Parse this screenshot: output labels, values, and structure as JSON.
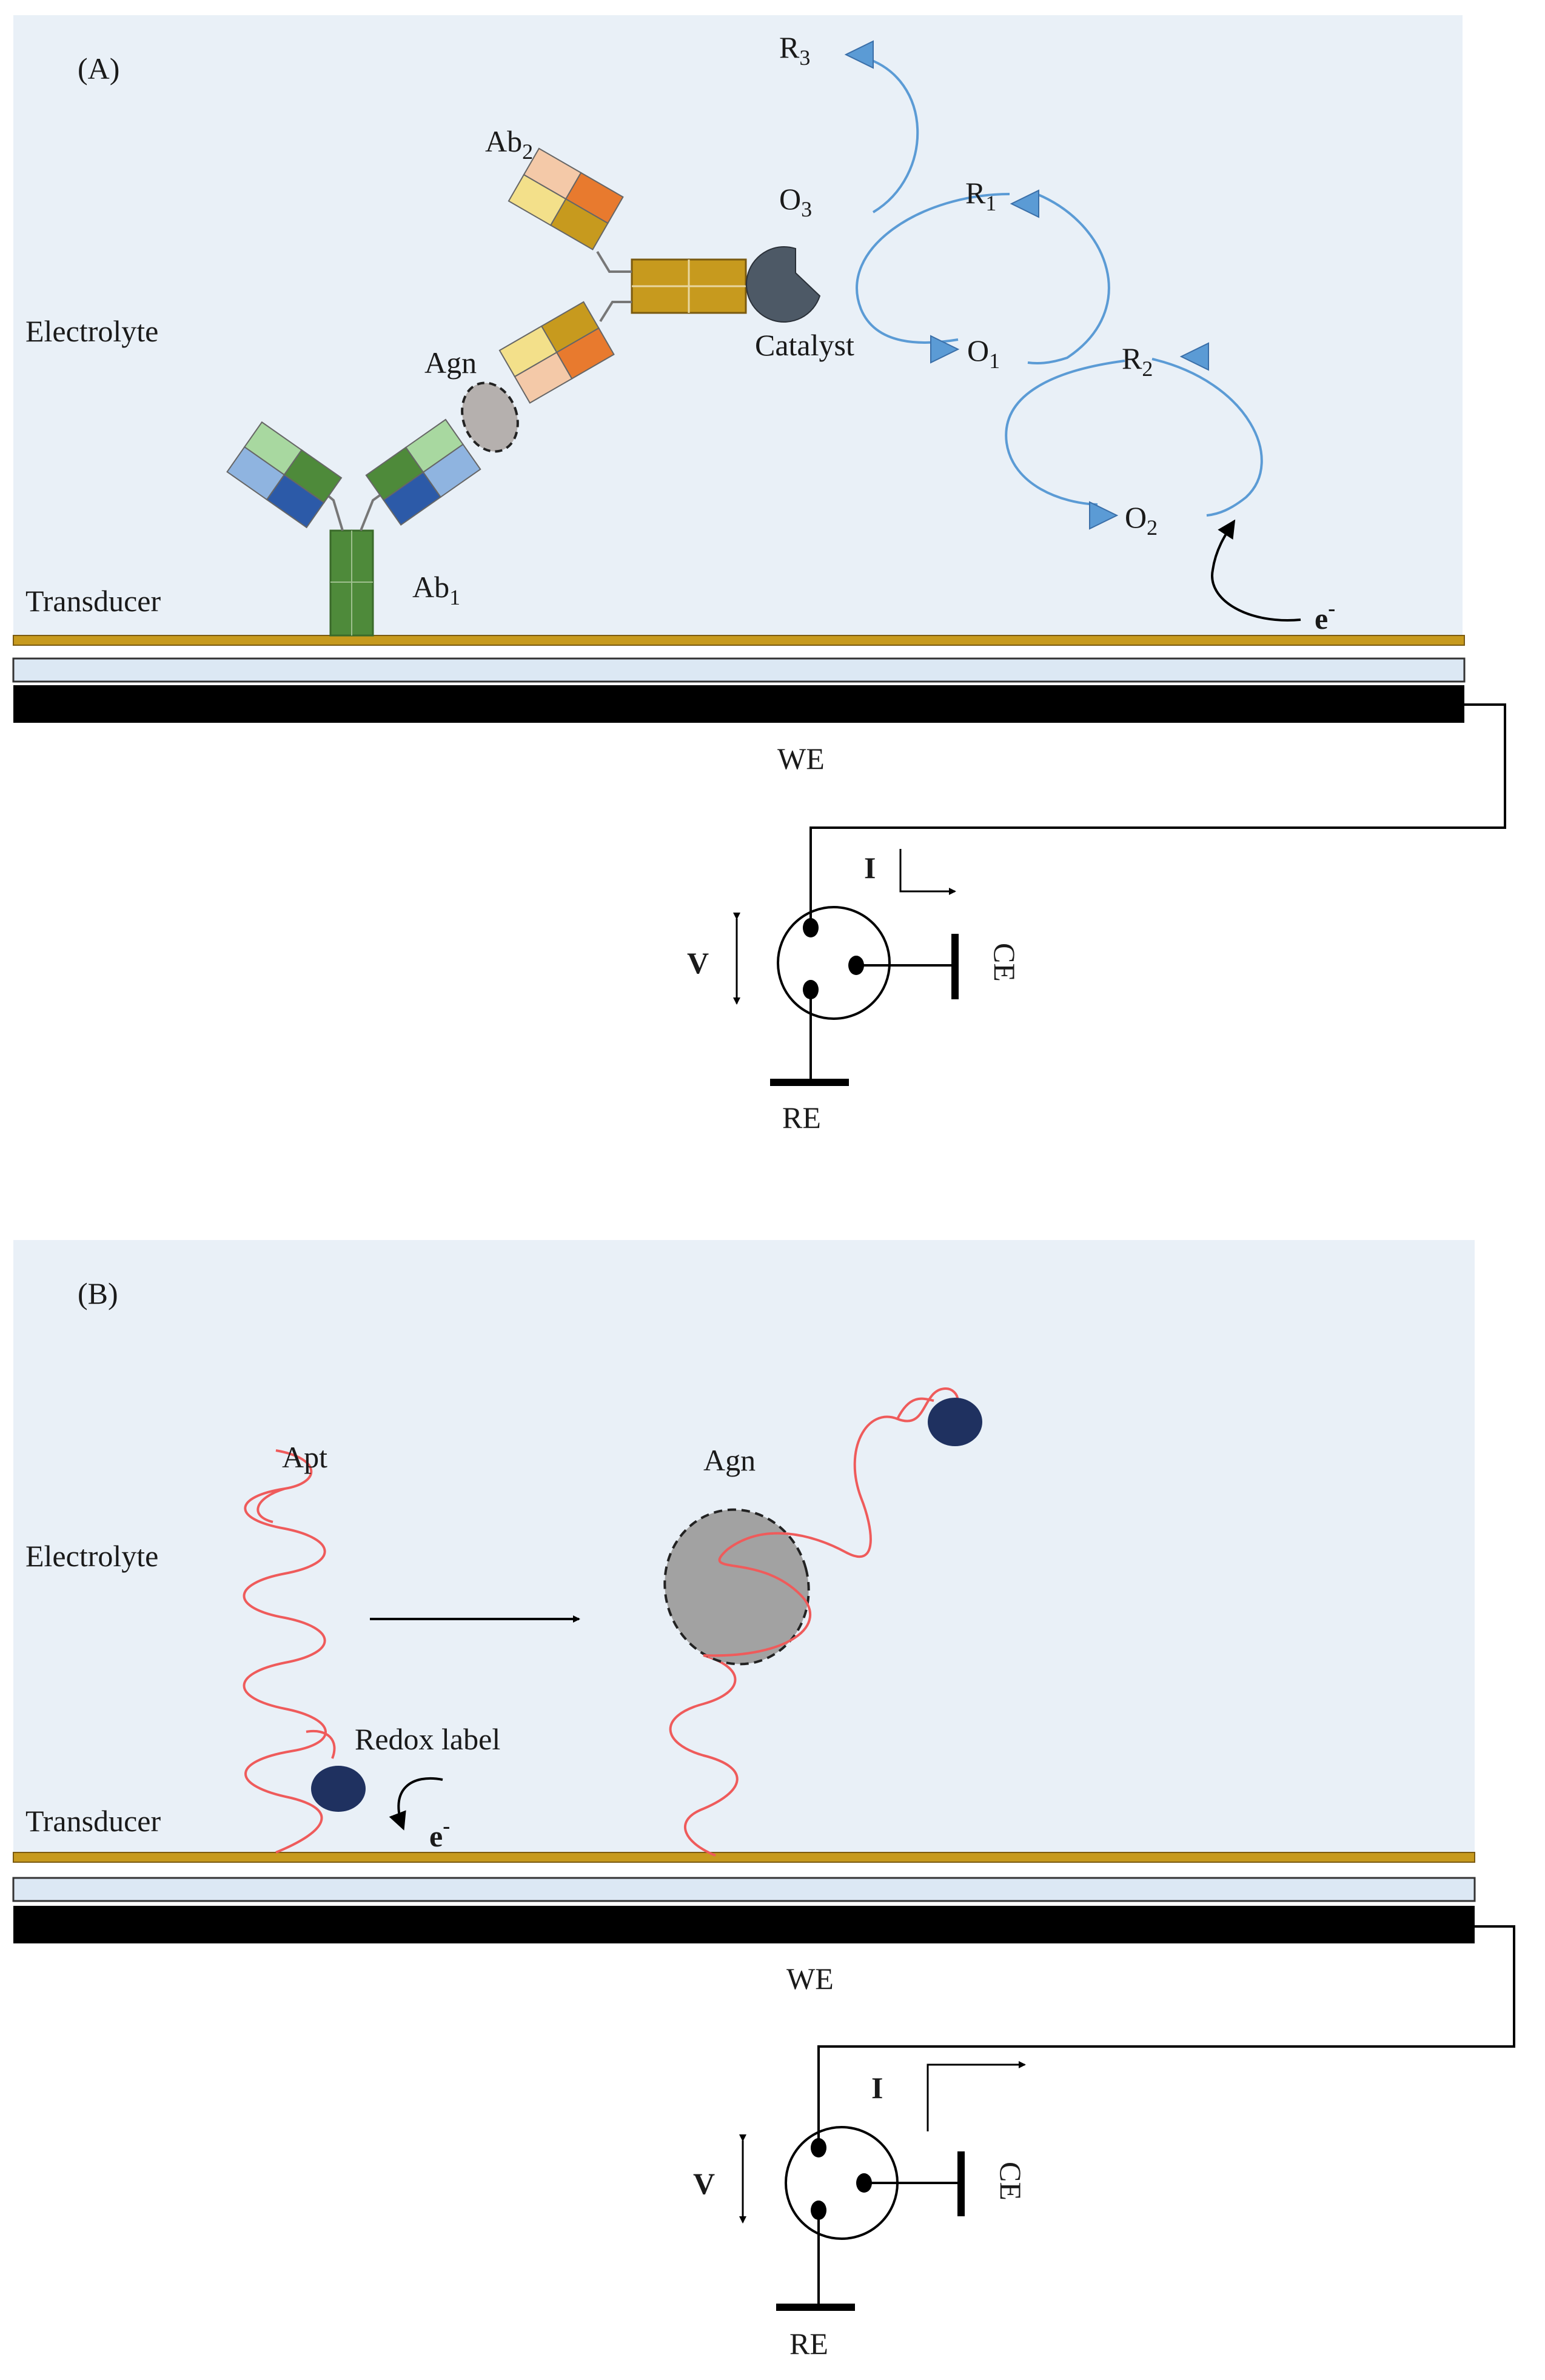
{
  "panel_a": {
    "tag": "(A)",
    "electrolyte": "Electrolyte",
    "transducer": "Transducer",
    "ab1": {
      "base": "Ab",
      "sub": "1"
    },
    "ab2": {
      "base": "Ab",
      "sub": "2"
    },
    "agn": "Agn",
    "catalyst": "Catalyst",
    "r1": {
      "base": "R",
      "sub": "1"
    },
    "r2": {
      "base": "R",
      "sub": "2"
    },
    "r3": {
      "base": "R",
      "sub": "3"
    },
    "o1": {
      "base": "O",
      "sub": "1"
    },
    "o2": {
      "base": "O",
      "sub": "2"
    },
    "o3": {
      "base": "O",
      "sub": "3"
    },
    "electron": {
      "base": "e",
      "sup": "-"
    },
    "we": "WE",
    "current": "I",
    "voltage": "V",
    "ce": "CE",
    "re": "RE"
  },
  "panel_b": {
    "tag": "(B)",
    "electrolyte": "Electrolyte",
    "transducer": "Transducer",
    "apt": "Apt",
    "agn": "Agn",
    "redox_label": "Redox label",
    "electron": {
      "base": "e",
      "sup": "-"
    },
    "we": "WE",
    "current": "I",
    "voltage": "V",
    "ce": "CE",
    "re": "RE"
  },
  "colors": {
    "electrolyte_bg": "#e9f0f7",
    "transducer_gold": "#c79a1e",
    "substrate_light": "#dce8f4",
    "electrode_black": "#000000",
    "redox_blue": "#5b9bd5",
    "aptamer_red": "#ef5b5b",
    "label_navy": "#1f3160",
    "antigen_gray": "#9a9a9a"
  }
}
